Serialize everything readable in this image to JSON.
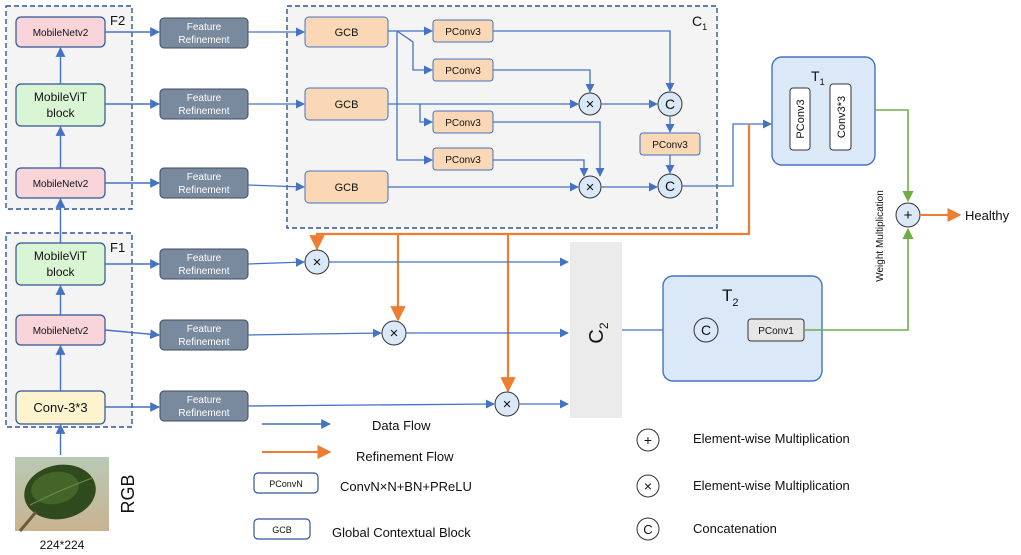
{
  "backbone": {
    "f2_label": "F2",
    "f1_label": "F1",
    "mobilenetv2": "MobileNetv2",
    "mobilevit_line1": "MobileViT",
    "mobilevit_line2": "block",
    "conv": "Conv-3*3"
  },
  "feature_refinement": {
    "line1": "Feature",
    "line2": "Refinement"
  },
  "c1": {
    "label": "C",
    "sub": "1",
    "gcb": "GCB",
    "pconv3": "PConv3"
  },
  "ops": {
    "mult": "×",
    "add": "+",
    "concat": "C"
  },
  "t1": {
    "label": "T",
    "sub": "1",
    "pconv3": "PConv3",
    "conv33": "Conv3*3"
  },
  "c2": {
    "label": "C",
    "sub": "2"
  },
  "t2": {
    "label": "T",
    "sub": "2",
    "pconv1": "PConv1"
  },
  "weight_multiplication": "Weight Multiplication",
  "output": "Healthy",
  "input": {
    "label": "RGB",
    "size": "224*224"
  },
  "legend": {
    "data_flow": "Data Flow",
    "refinement_flow": "Refinement Flow",
    "pconvn_box": "PConvN",
    "pconvn_desc": "ConvN×N+BN+PReLU",
    "gcb_box": "GCB",
    "gcb_desc": "Global Contextual Block",
    "plus_desc": "Element-wise Multiplication",
    "times_desc": "Element-wise Multiplication",
    "concat_desc": "Concatenation"
  },
  "colors": {
    "data_flow": "#4472c4",
    "refinement_flow": "#ed7d31",
    "weight_flow": "#70ad47",
    "mobilenet_fill": "#f9d5d9",
    "mobilevit_fill": "#d9f5d3",
    "conv_fill": "#fdf4cf",
    "refinement_fill": "#7a8a9e",
    "gcb_fill": "#fad7b5",
    "t_fill": "#dbe8f7",
    "c2_fill": "#ebebeb"
  }
}
